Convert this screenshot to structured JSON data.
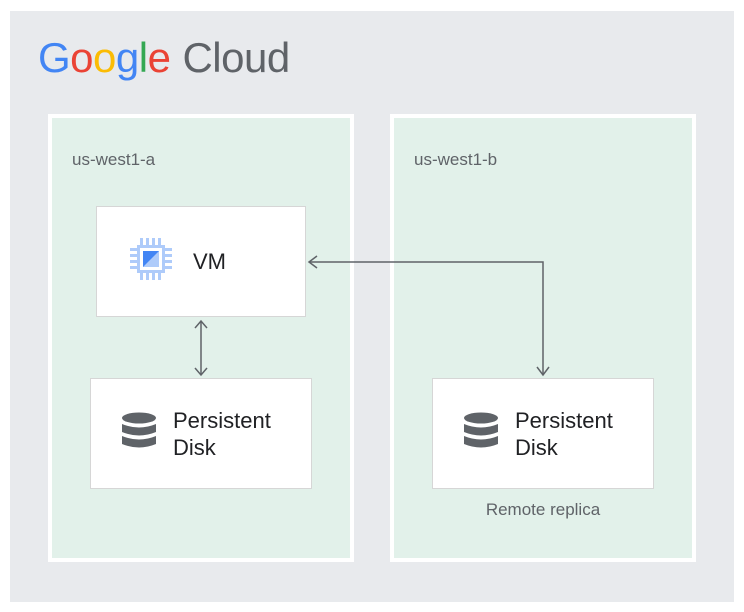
{
  "brand": {
    "google_letters": [
      {
        "char": "G",
        "color": "#4285F4"
      },
      {
        "char": "o",
        "color": "#EA4335"
      },
      {
        "char": "o",
        "color": "#FBBC04"
      },
      {
        "char": "g",
        "color": "#4285F4"
      },
      {
        "char": "l",
        "color": "#34A853"
      },
      {
        "char": "e",
        "color": "#EA4335"
      }
    ],
    "cloud": "Cloud"
  },
  "zones": {
    "a": {
      "label": "us-west1-a",
      "vm": {
        "label": "VM",
        "icon": "compute-chip-icon"
      },
      "disk": {
        "label_line1": "Persistent",
        "label_line2": "Disk",
        "icon": "database-icon"
      }
    },
    "b": {
      "label": "us-west1-b",
      "disk": {
        "label_line1": "Persistent",
        "label_line2": "Disk",
        "icon": "database-icon"
      },
      "caption": "Remote replica"
    }
  },
  "colors": {
    "canvas": "#e8eaed",
    "zone_fill": "#e2f1ea",
    "chip_blue": "#4285F4",
    "chip_light": "#aecbfa",
    "disk_gray": "#5f6368",
    "arrow": "#5f6368"
  }
}
